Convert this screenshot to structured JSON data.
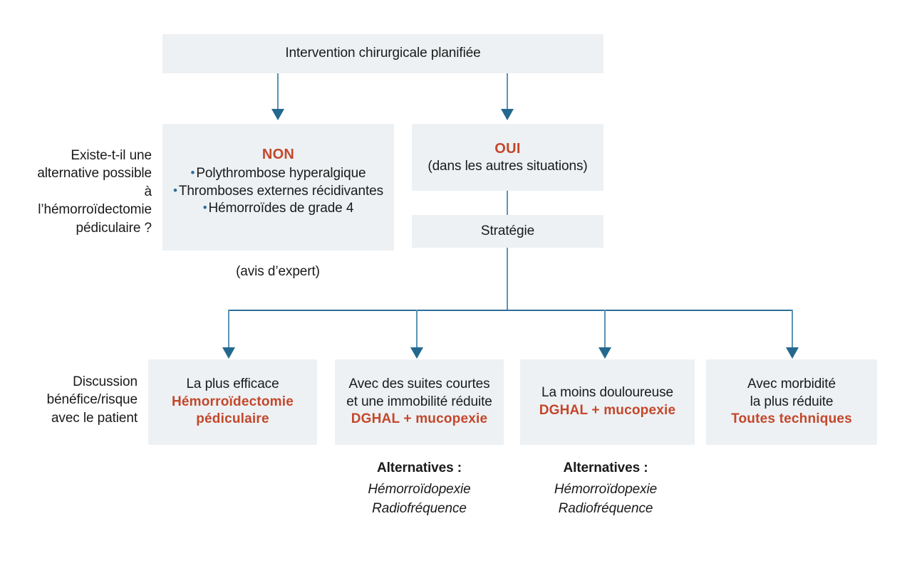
{
  "diagram": {
    "title_box": {
      "text": "Intervention chirurgicale planifiée"
    },
    "question_label": {
      "line1": "Existe-t-il une",
      "line2": "alternative possible",
      "line3": "à l’hémorroïdectomie",
      "line4": "pédiculaire ?"
    },
    "decision_label": {
      "line1": "Discussion",
      "line2": "bénéfice/risque",
      "line3": "avec le patient"
    },
    "non_box": {
      "heading": "NON",
      "bullets": [
        "Polythrombose hyperalgique",
        "Thromboses externes récidivantes",
        "Hémorroïdes de grade 4"
      ],
      "bullet_glyph": "•"
    },
    "expert_note": "(avis d’expert)",
    "oui_box": {
      "heading": "OUI",
      "subtitle": "(dans les autres situations)"
    },
    "strategy_box": {
      "text": "Stratégie"
    },
    "outcomes": [
      {
        "criterion_line1": "La plus efficace",
        "criterion_line2": "",
        "technique_line1": "Hémorroïdectomie",
        "technique_line2": "pédiculaire"
      },
      {
        "criterion_line1": "Avec des suites courtes",
        "criterion_line2": "et une immobilité réduite",
        "technique_line1": "DGHAL + mucopexie",
        "technique_line2": ""
      },
      {
        "criterion_line1": "La moins douloureuse",
        "criterion_line2": "",
        "technique_line1": "DGHAL + mucopexie",
        "technique_line2": ""
      },
      {
        "criterion_line1": "Avec morbidité",
        "criterion_line2": "la plus réduite",
        "technique_line1": "Toutes techniques",
        "technique_line2": ""
      }
    ],
    "alternatives": [
      {
        "heading": "Alternatives :",
        "items": [
          "Hémorroïdopexie",
          "Radiofréquence"
        ]
      },
      {
        "heading": "Alternatives :",
        "items": [
          "Hémorroïdopexie",
          "Radiofréquence"
        ]
      }
    ],
    "colors": {
      "box_fill": "#edf1f4",
      "accent": "#c4472a",
      "connector": "#2d6e96",
      "connector_light": "#5b93b5",
      "text": "#1a1a1a"
    }
  }
}
